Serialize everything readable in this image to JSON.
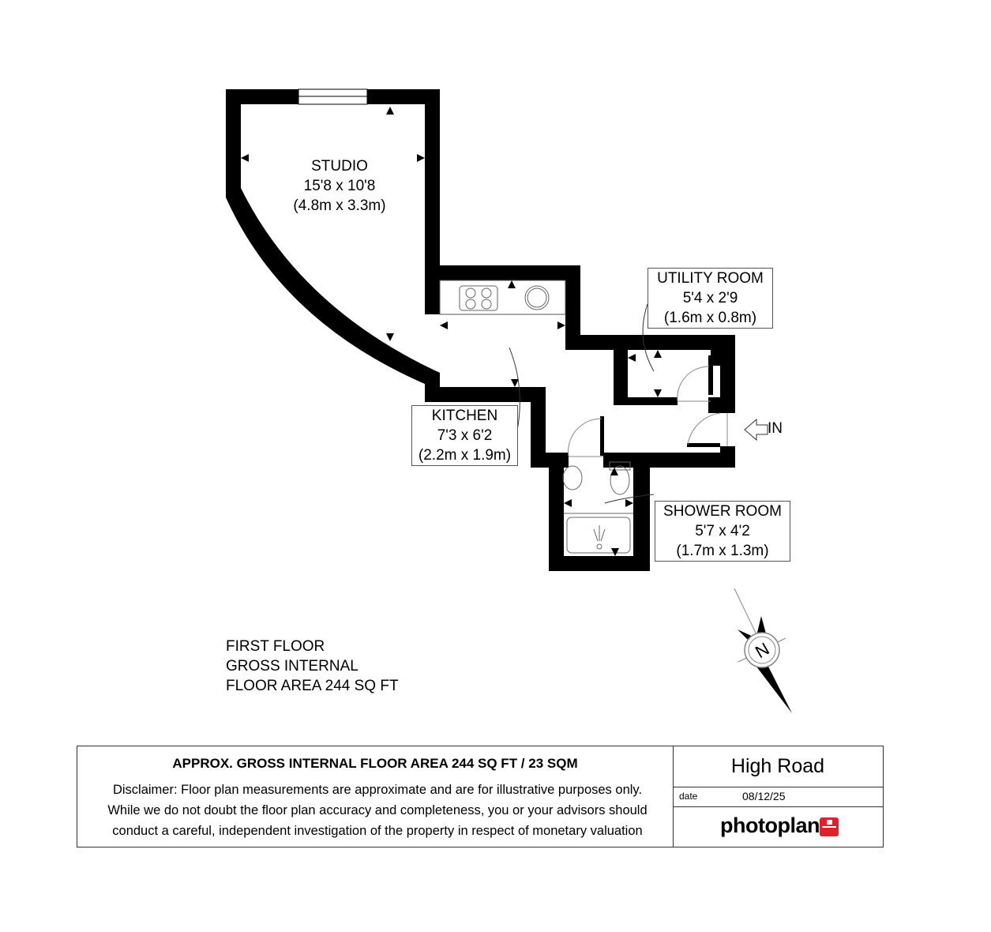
{
  "rooms": [
    {
      "name": "STUDIO",
      "imperial": "15'8 x 10'8",
      "metric": "(4.8m x 3.3m)"
    },
    {
      "name": "KITCHEN",
      "imperial": "7'3 x 6'2",
      "metric": "(2.2m x 1.9m)"
    },
    {
      "name": "UTILITY ROOM",
      "imperial": "5'4 x 2'9",
      "metric": "(1.6m x 0.8m)"
    },
    {
      "name": "SHOWER ROOM",
      "imperial": "5'7 x 4'2",
      "metric": "(1.7m x 1.3m)"
    }
  ],
  "entrance": {
    "label": "IN",
    "icon": "arrow-left-outline-icon"
  },
  "floor_summary": {
    "line1": "FIRST FLOOR",
    "line2": "GROSS INTERNAL",
    "line3": "FLOOR AREA 244 SQ FT"
  },
  "compass": {
    "label": "N",
    "icon": "north-compass-icon"
  },
  "footer": {
    "title": "APPROX. GROSS INTERNAL FLOOR AREA 244 SQ FT / 23 SQM",
    "disclaimer": [
      "Disclaimer: Floor plan measurements are approximate and are for illustrative purposes only.",
      "While we do not doubt the floor plan accuracy and completeness, you or your advisors should",
      "conduct a careful, independent investigation of the property in respect of monetary valuation"
    ],
    "project_name": "High Road",
    "date_label": "date",
    "date_value": "08/12/25",
    "brand": "photoplan",
    "brand_color": "#e0202a"
  }
}
